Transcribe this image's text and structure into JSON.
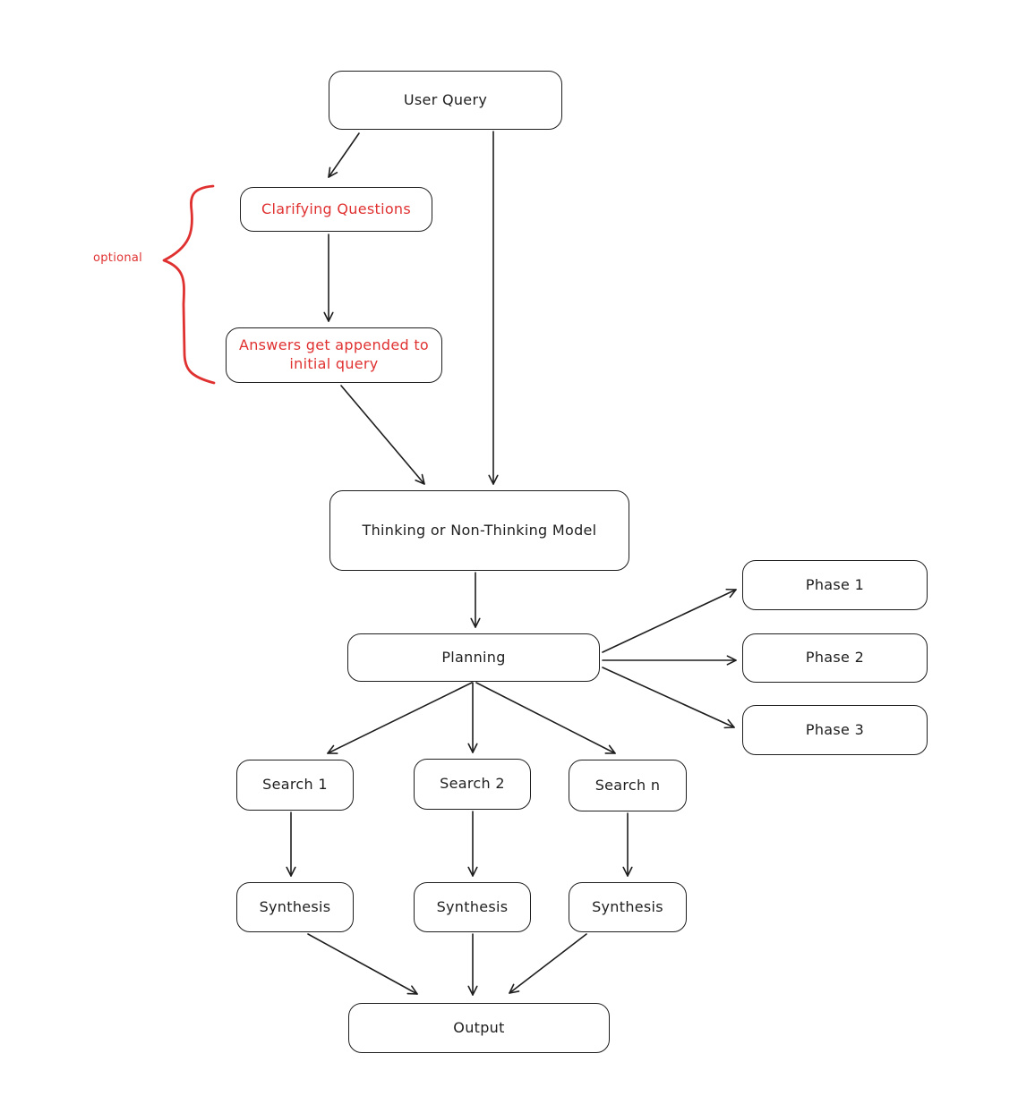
{
  "diagram": {
    "background_color": "#ffffff",
    "stroke_color": "#1e1e1e",
    "accent_color": "#e03131",
    "nodes": {
      "user_query": {
        "label": "User Query",
        "text_color": "#1e1e1e"
      },
      "clarifying_questions": {
        "label": "Clarifying Questions",
        "text_color": "#e03131"
      },
      "answers_appended": {
        "label": "Answers get appended to initial query",
        "text_color": "#e03131"
      },
      "thinking_model": {
        "label": "Thinking or Non-Thinking Model",
        "text_color": "#1e1e1e"
      },
      "planning": {
        "label": "Planning",
        "text_color": "#1e1e1e"
      },
      "phase_1": {
        "label": "Phase 1",
        "text_color": "#1e1e1e"
      },
      "phase_2": {
        "label": "Phase 2",
        "text_color": "#1e1e1e"
      },
      "phase_3": {
        "label": "Phase 3",
        "text_color": "#1e1e1e"
      },
      "search_1": {
        "label": "Search 1",
        "text_color": "#1e1e1e"
      },
      "search_2": {
        "label": "Search 2",
        "text_color": "#1e1e1e"
      },
      "search_n": {
        "label": "Search n",
        "text_color": "#1e1e1e"
      },
      "synthesis_1": {
        "label": "Synthesis",
        "text_color": "#1e1e1e"
      },
      "synthesis_2": {
        "label": "Synthesis",
        "text_color": "#1e1e1e"
      },
      "synthesis_3": {
        "label": "Synthesis",
        "text_color": "#1e1e1e"
      },
      "output": {
        "label": "Output",
        "text_color": "#1e1e1e"
      }
    },
    "annotations": {
      "optional_label": "optional"
    },
    "edges": [
      {
        "from": "user_query",
        "to": "clarifying_questions"
      },
      {
        "from": "user_query",
        "to": "thinking_model"
      },
      {
        "from": "clarifying_questions",
        "to": "answers_appended"
      },
      {
        "from": "answers_appended",
        "to": "thinking_model"
      },
      {
        "from": "thinking_model",
        "to": "planning"
      },
      {
        "from": "planning",
        "to": "phase_1"
      },
      {
        "from": "planning",
        "to": "phase_2"
      },
      {
        "from": "planning",
        "to": "phase_3"
      },
      {
        "from": "planning",
        "to": "search_1"
      },
      {
        "from": "planning",
        "to": "search_2"
      },
      {
        "from": "planning",
        "to": "search_n"
      },
      {
        "from": "search_1",
        "to": "synthesis_1"
      },
      {
        "from": "search_2",
        "to": "synthesis_2"
      },
      {
        "from": "search_n",
        "to": "synthesis_3"
      },
      {
        "from": "synthesis_1",
        "to": "output"
      },
      {
        "from": "synthesis_2",
        "to": "output"
      },
      {
        "from": "synthesis_3",
        "to": "output"
      }
    ]
  }
}
